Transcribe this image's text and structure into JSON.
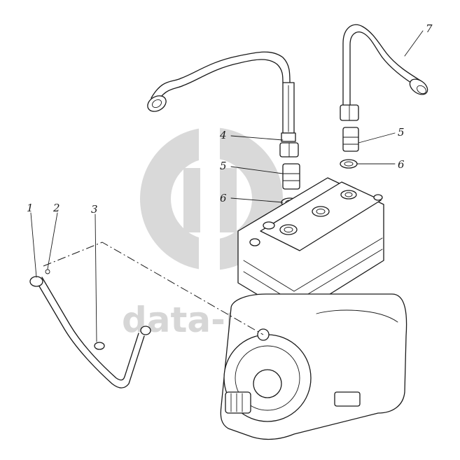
{
  "callouts": [
    {
      "id": "1",
      "label": "1"
    },
    {
      "id": "2",
      "label": "2"
    },
    {
      "id": "3",
      "label": "3"
    },
    {
      "id": "4",
      "label": "4"
    },
    {
      "id": "5a",
      "label": "5"
    },
    {
      "id": "6a",
      "label": "6"
    },
    {
      "id": "5b",
      "label": "5"
    },
    {
      "id": "6b",
      "label": "6"
    },
    {
      "id": "7",
      "label": "7"
    }
  ],
  "watermark": {
    "text": "data-parts",
    "icon": "data-parts-logo",
    "color": "#d6d6d6"
  },
  "colors": {
    "line": "#1a1a1a",
    "background": "#ffffff"
  }
}
